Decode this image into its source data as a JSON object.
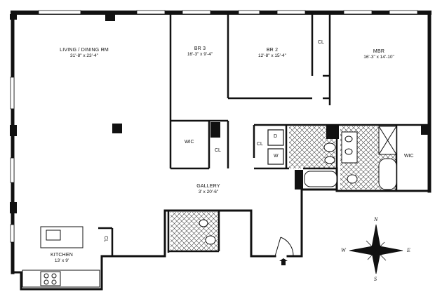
{
  "rooms": {
    "living": {
      "name": "LIVING / DINING RM",
      "dims": "31'-8\" x 23'-4\""
    },
    "br3": {
      "name": "BR 3",
      "dims": "16'-3\" x 9'-4\""
    },
    "br2": {
      "name": "BR 2",
      "dims": "12'-8\" x 15'-4\""
    },
    "mbr": {
      "name": "MBR",
      "dims": "16'-3\" x 14'-10\""
    },
    "gallery": {
      "name": "GALLERY",
      "dims": "3' x 20'-6\""
    },
    "kitchen": {
      "name": "KITCHEN",
      "dims": "13' x 9'"
    }
  },
  "closets": {
    "cl_top": "CL",
    "cl_br3": "CL",
    "cl_laundry": "CL",
    "cl_kitchen": "CL",
    "wic_br3": "WIC",
    "wic_mbr": "WIC"
  },
  "appliances": {
    "dryer": "D",
    "washer": "W"
  },
  "compass": {
    "n": "N",
    "s": "S",
    "e": "E",
    "w": "W"
  }
}
